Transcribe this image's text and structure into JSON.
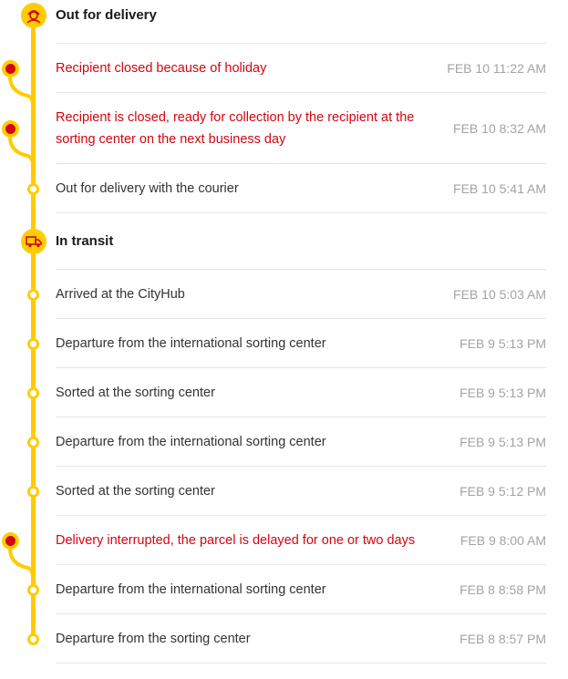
{
  "colors": {
    "accent": "#ffcc00",
    "exception": "#d40511",
    "muted": "#a3a3a3",
    "text": "#333333"
  },
  "groups": [
    {
      "title": "Out for delivery",
      "icon": "courier-icon",
      "events": [
        {
          "text": "Recipient closed because of holiday",
          "time": "FEB 10 11:22 AM",
          "status": "exception"
        },
        {
          "text": "Recipient is closed, ready for collection by the recipient at the sorting center on the next business day",
          "time": "FEB 10 8:32 AM",
          "status": "exception"
        },
        {
          "text": "Out for delivery with the courier",
          "time": "FEB 10 5:41 AM",
          "status": "normal"
        }
      ]
    },
    {
      "title": "In transit",
      "icon": "truck-icon",
      "events": [
        {
          "text": "Arrived at the CityHub",
          "time": "FEB 10 5:03 AM",
          "status": "normal"
        },
        {
          "text": "Departure from the international sorting center",
          "time": "FEB 9 5:13 PM",
          "status": "normal"
        },
        {
          "text": "Sorted at the sorting center",
          "time": "FEB 9 5:13 PM",
          "status": "normal"
        },
        {
          "text": "Departure from the international sorting center",
          "time": "FEB 9 5:13 PM",
          "status": "normal"
        },
        {
          "text": "Sorted at the sorting center",
          "time": "FEB 9 5:12 PM",
          "status": "normal"
        },
        {
          "text": "Delivery interrupted, the parcel is delayed for one or two days",
          "time": "FEB 9 8:00 AM",
          "status": "exception"
        },
        {
          "text": "Departure from the international sorting center",
          "time": "FEB 8 8:58 PM",
          "status": "normal"
        },
        {
          "text": "Departure from the sorting center",
          "time": "FEB 8 8:57 PM",
          "status": "normal"
        }
      ]
    }
  ]
}
